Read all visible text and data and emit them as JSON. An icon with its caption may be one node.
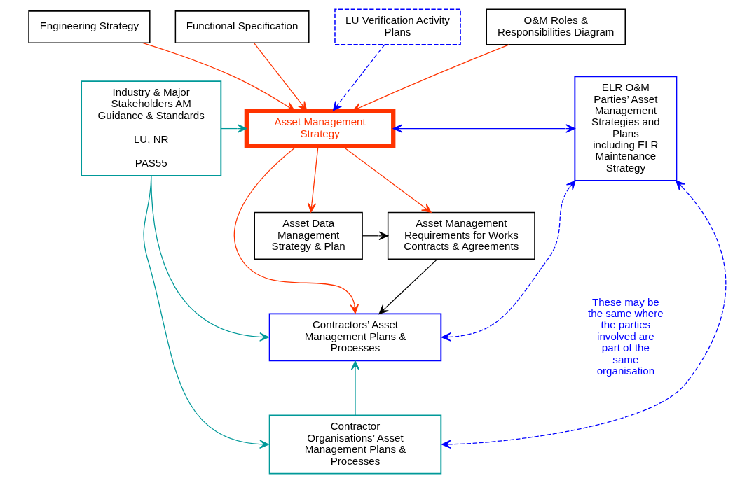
{
  "diagram": {
    "nodes": [
      {
        "text": [
          "Industry & Major Stakeholders AM Guidance & Standards",
          "LU, NR",
          "PAS55"
        ]
      },
      {
        "text": [
          "Engineering Strategy"
        ]
      },
      {
        "text": [
          "Functional Specification"
        ]
      },
      {
        "text": [
          "LU Verification Activity Plans"
        ]
      },
      {
        "text": [
          "O&M Roles & Responsibilities Diagram"
        ]
      },
      {
        "text": [
          "Asset Management Strategy"
        ]
      },
      {
        "text": [
          "ELR O&M Parties’ Asset Management Strategies and Plans including ELR Maintenance Strategy"
        ]
      },
      {
        "text": [
          "Asset Data Management Strategy & Plan"
        ]
      },
      {
        "text": [
          "Asset Management Requirements for Works Contracts & Agreements"
        ]
      },
      {
        "text": [
          "Contractors’ Asset Management Plans & Processes"
        ]
      },
      {
        "text": [
          "Contractor Organisations’ Asset Management Plans & Processes"
        ]
      }
    ],
    "edges": [
      {
        "from": 1,
        "to": 5,
        "arrow": "to",
        "color": "#ff3300"
      },
      {
        "from": 2,
        "to": 5,
        "arrow": "to",
        "color": "#ff3300"
      },
      {
        "from": 3,
        "to": 5,
        "arrow": "to",
        "style": "dashed",
        "color": "#0000ff"
      },
      {
        "from": 4,
        "to": 5,
        "arrow": "to",
        "color": "#ff3300"
      },
      {
        "from": 0,
        "to": 5,
        "arrow": "to",
        "color": "#009999"
      },
      {
        "from": 5,
        "to": 6,
        "arrow": "both",
        "color": "#0000ff"
      },
      {
        "from": 5,
        "to": 7,
        "arrow": "to",
        "color": "#ff3300"
      },
      {
        "from": 5,
        "to": 8,
        "arrow": "to",
        "color": "#ff3300"
      },
      {
        "from": 5,
        "to": 9,
        "arrow": "to",
        "color": "#ff3300"
      },
      {
        "from": 7,
        "to": 8,
        "arrow": "to",
        "color": "#000000"
      },
      {
        "from": 8,
        "to": 9,
        "arrow": "to",
        "color": "#000000"
      },
      {
        "from": 0,
        "to": 9,
        "arrow": "to",
        "color": "#009999"
      },
      {
        "from": 0,
        "to": 10,
        "arrow": "to",
        "color": "#009999"
      },
      {
        "from": 10,
        "to": 9,
        "arrow": "to",
        "color": "#009999"
      },
      {
        "from": 6,
        "to": 9,
        "arrow": "both",
        "style": "dashed",
        "color": "#0000ff"
      },
      {
        "from": 6,
        "to": 10,
        "arrow": "both",
        "style": "dashed",
        "color": "#0000ff"
      }
    ],
    "labels": [
      "These may be the same where the parties involved are part of the same organisation"
    ]
  }
}
